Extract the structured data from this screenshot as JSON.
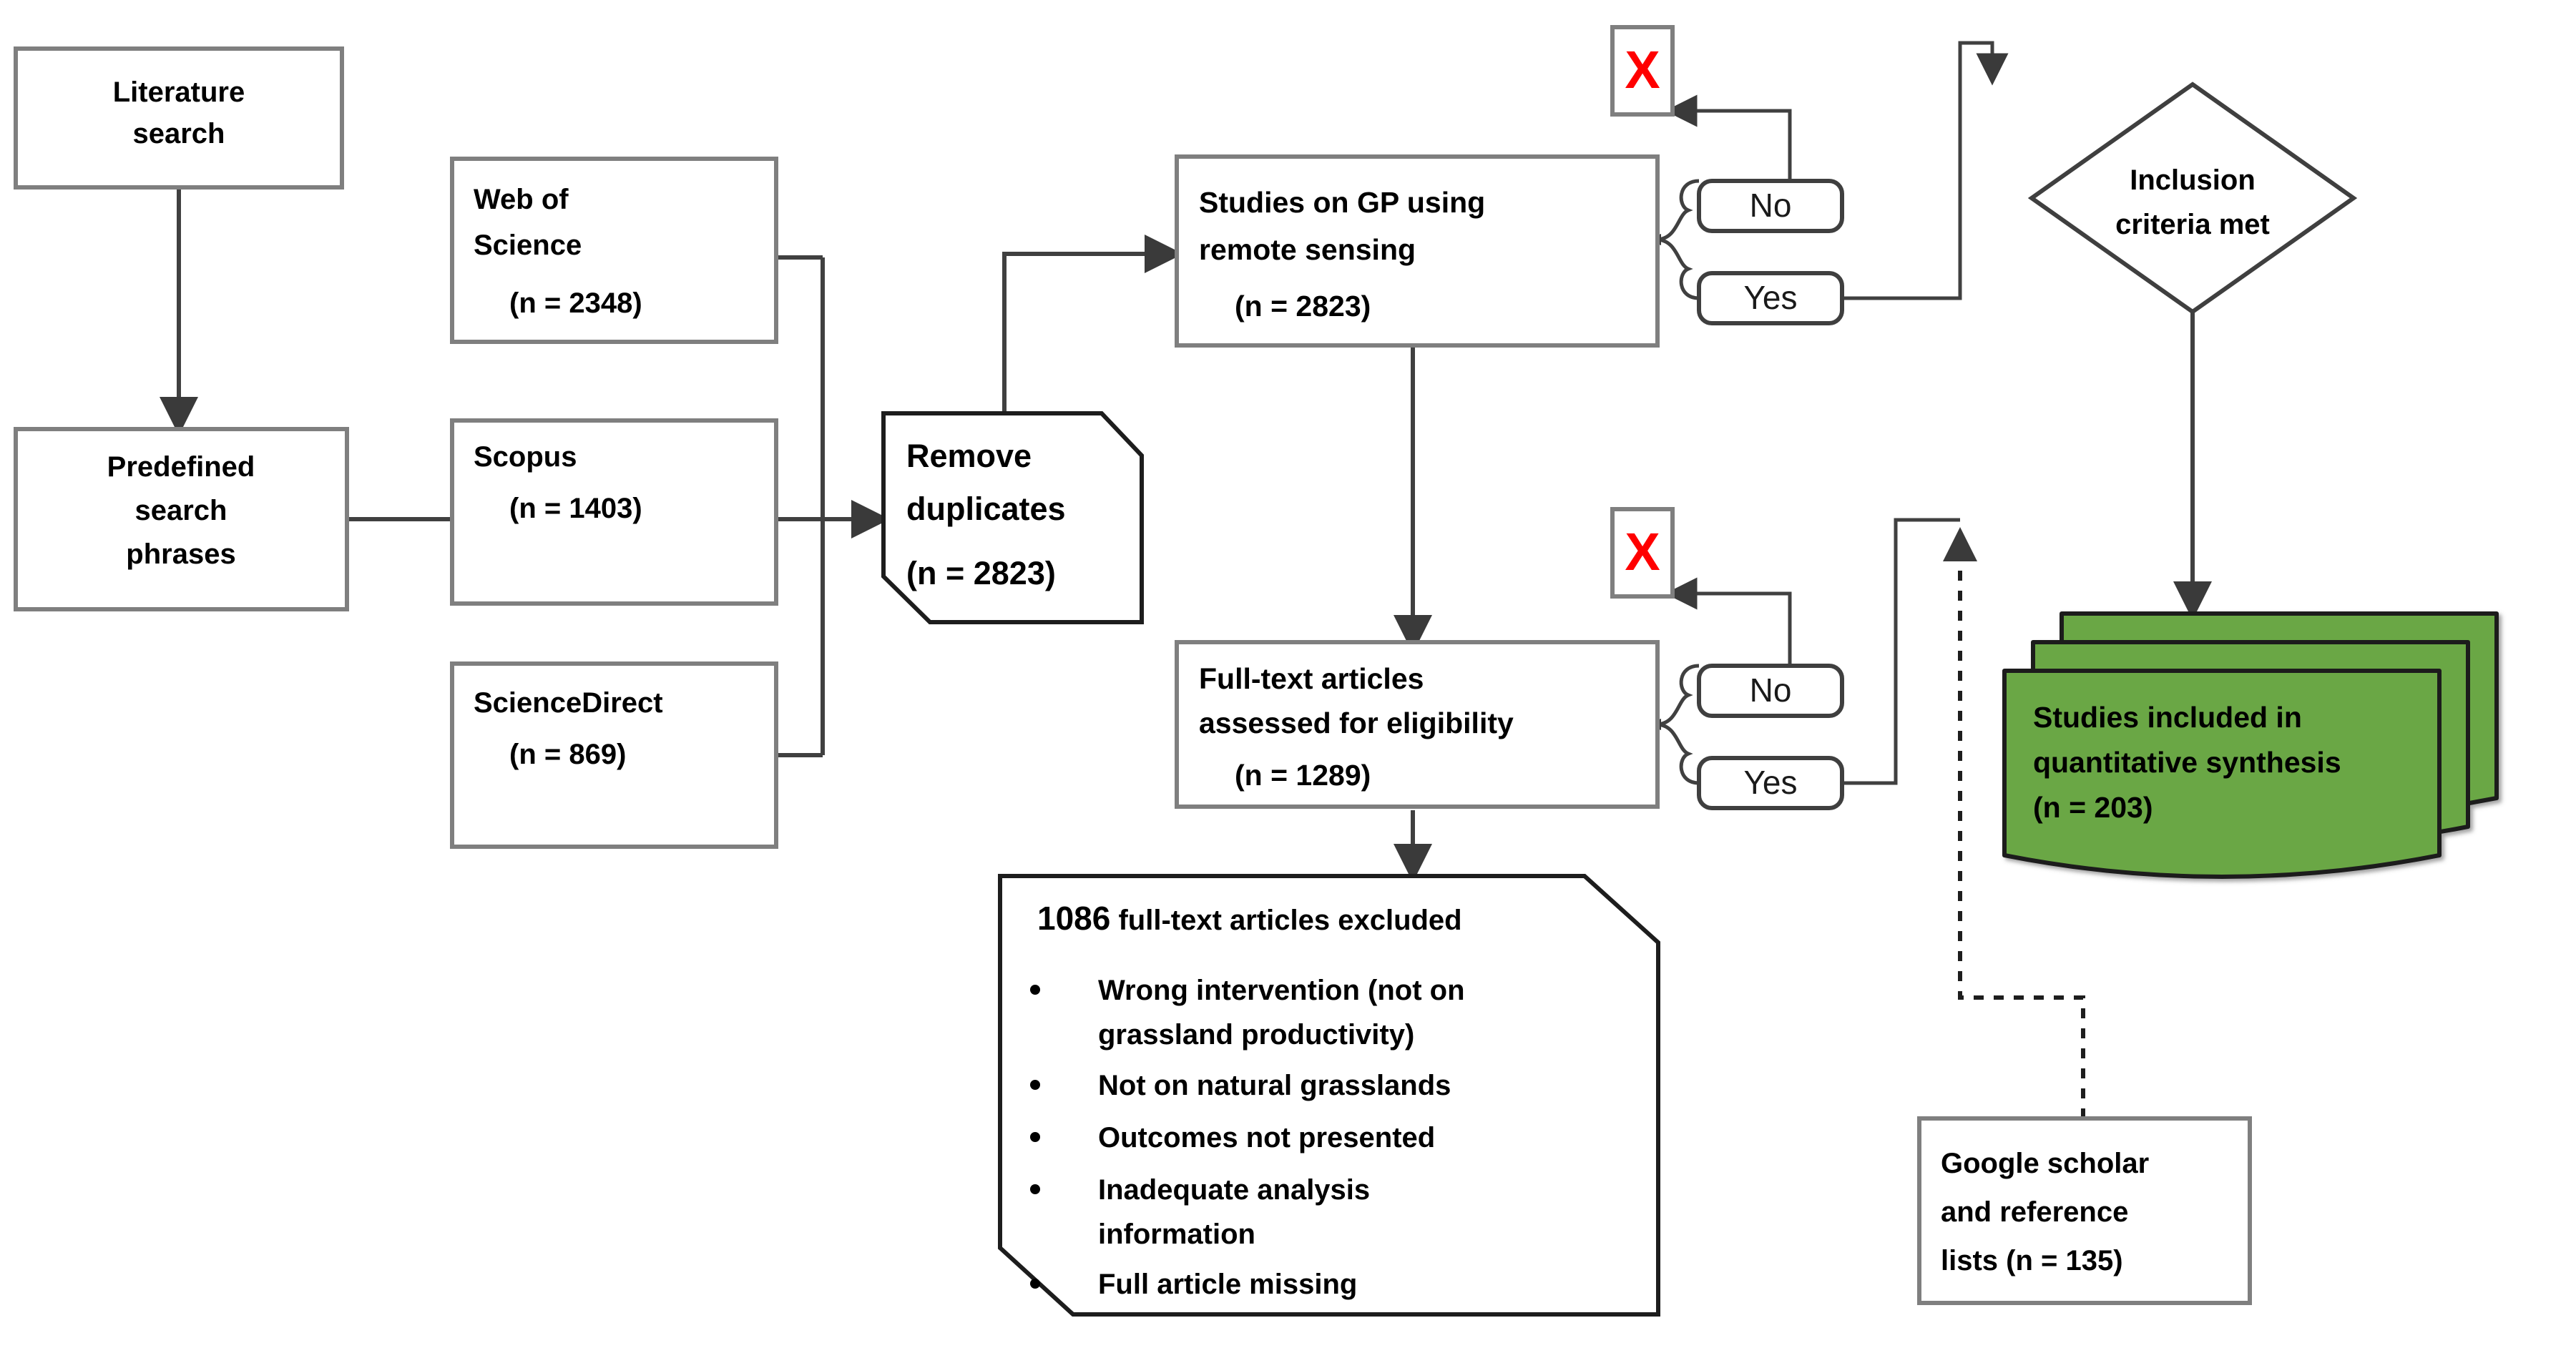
{
  "diagram": {
    "title": "PRISMA literature screening flow diagram",
    "colors": {
      "box_stroke": "#7f7f7f",
      "box_stroke_dark": "#3f3f3f",
      "box_fill": "#ffffff",
      "connector": "#404040",
      "included_fill": "#6aa744",
      "included_stroke": "#1d1d1d",
      "reject_mark": "#ff0000",
      "text": "#000000"
    },
    "nodes": {
      "literature_search": {
        "line1": "Literature",
        "line2": "search"
      },
      "predefined_phrases": {
        "line1": "Predefined",
        "line2": "search",
        "line3": "phrases"
      },
      "web_of_science": {
        "line1": "Web of",
        "line2": "Science",
        "count": "(n = 2348)"
      },
      "scopus": {
        "line1": "Scopus",
        "count": "(n = 1403)"
      },
      "science_direct": {
        "line1": "ScienceDirect",
        "count": "(n = 869)"
      },
      "remove_duplicates": {
        "line1": "Remove",
        "line2": "duplicates",
        "count": "(n = 2823)"
      },
      "studies_remote_sensing": {
        "line1": "Studies on GP using",
        "line2": "remote sensing",
        "count": "(n = 2823)"
      },
      "full_text_eligibility": {
        "line1": "Full-text articles",
        "line2": "assessed for eligibility",
        "count": "(n = 1289)"
      },
      "inclusion_criteria": {
        "line1": "Inclusion",
        "line2": "criteria met"
      },
      "studies_included": {
        "line1": "Studies included in",
        "line2": "quantitative synthesis",
        "count": "(n = 203)"
      },
      "google_scholar": {
        "line1": "Google scholar",
        "line2": "and reference",
        "line3": "lists (n = 135)"
      },
      "excluded": {
        "heading_number": "1086",
        "heading_rest": " full-text articles excluded",
        "bullets": [
          "Wrong intervention (not on",
          "grassland productivity)",
          "Not on natural grasslands",
          "Outcomes not presented",
          "Inadequate analysis",
          "information",
          "Full article missing"
        ]
      },
      "reject_upper": {
        "symbol": "X"
      },
      "reject_lower": {
        "symbol": "X"
      }
    },
    "decision_labels": {
      "no_upper": "No",
      "yes_upper": "Yes",
      "no_lower": "No",
      "yes_lower": "Yes"
    }
  }
}
